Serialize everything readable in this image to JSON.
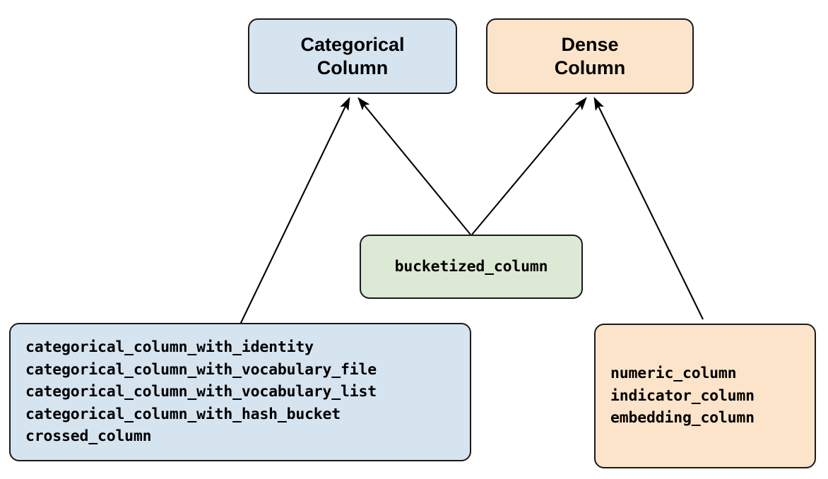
{
  "diagram": {
    "type": "hierarchy-diagram",
    "background_color": "#ffffff",
    "nodes": {
      "categorical_column": {
        "label": "Categorical\nColumn",
        "fill_color": "#d6e4f0",
        "border_color": "#1a1a1a"
      },
      "dense_column": {
        "label": "Dense\nColumn",
        "fill_color": "#fce4ca",
        "border_color": "#1a1a1a"
      },
      "bucketized_column": {
        "label": "bucketized_column",
        "fill_color": "#dce9d5",
        "border_color": "#1a1a1a"
      },
      "categorical_list": {
        "fill_color": "#d6e4f0",
        "border_color": "#1a1a1a",
        "items": [
          "categorical_column_with_identity",
          "categorical_column_with_vocabulary_file",
          "categorical_column_with_vocabulary_list",
          "categorical_column_with_hash_bucket",
          "crossed_column"
        ]
      },
      "dense_list": {
        "fill_color": "#fce4ca",
        "border_color": "#1a1a1a",
        "items": [
          "numeric_column",
          "indicator_column",
          "embedding_column"
        ]
      }
    },
    "edges": [
      {
        "from": "categorical_list",
        "to": "categorical_column",
        "arrow": true
      },
      {
        "from": "bucketized_column",
        "to": "categorical_column",
        "arrow": true
      },
      {
        "from": "bucketized_column",
        "to": "dense_column",
        "arrow": true
      },
      {
        "from": "dense_list",
        "to": "dense_column",
        "arrow": true
      }
    ],
    "edge_color": "#000000"
  }
}
